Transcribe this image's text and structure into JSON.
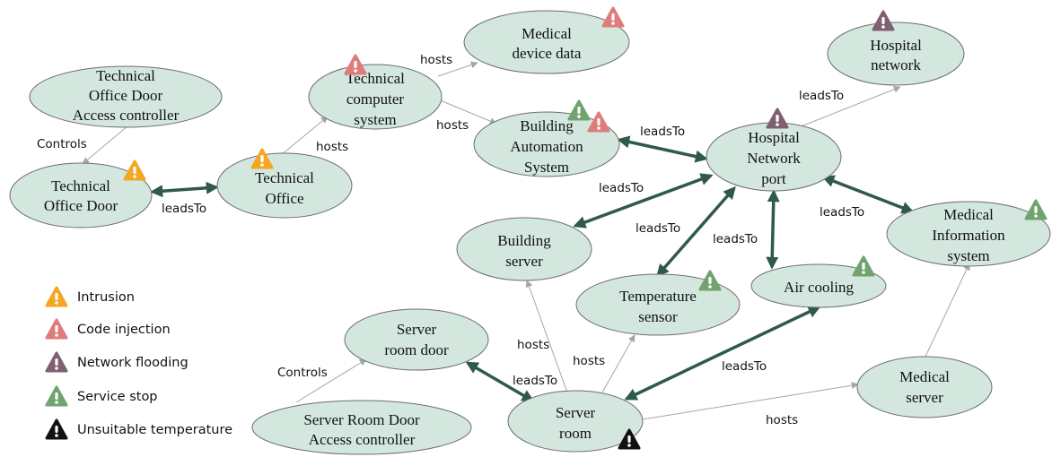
{
  "colors": {
    "node_fill": "#d3e7df",
    "node_stroke": "#6d6d6d",
    "thin_edge": "#a6a6a6",
    "thick_edge": "#2f5a47",
    "intrusion": "#f5a623",
    "code_injection": "#e07b7b",
    "network_flooding": "#7f6072",
    "service_stop": "#70a36e",
    "unsuitable_temperature": "#111111"
  },
  "nodes": {
    "tech_door_ctrl": [
      "Technical",
      "Office Door",
      "Access controller"
    ],
    "tech_door": [
      "Technical",
      "Office Door"
    ],
    "tech_office": [
      "Technical",
      "Office"
    ],
    "tech_computer": [
      "Technical",
      "computer",
      "system"
    ],
    "medical_data": [
      "Medical",
      "device data"
    ],
    "bas": [
      "Building",
      "Automation",
      "System"
    ],
    "hosp_port": [
      "Hospital",
      "Network",
      "port"
    ],
    "hosp_net": [
      "Hospital",
      "network"
    ],
    "med_info": [
      "Medical",
      "Information",
      "system"
    ],
    "bldg_server": [
      "Building",
      "server"
    ],
    "temp_sensor": [
      "Temperature",
      "sensor"
    ],
    "air_cooling": [
      "Air cooling"
    ],
    "srv_door": [
      "Server",
      "room door"
    ],
    "srv_door_ctrl": [
      "Server Room Door",
      "Access controller"
    ],
    "srv_room": [
      "Server",
      "room"
    ],
    "med_server": [
      "Medical",
      "server"
    ]
  },
  "edge_labels": {
    "controls_tech": "Controls",
    "leadsto_door_office": "leadsTo",
    "hosts_office_computer": "hosts",
    "hosts_computer_medical": "hosts",
    "hosts_computer_bas": "hosts",
    "leadsto_bas_port": "leadsTo",
    "leadsto_port_net": "leadsTo",
    "leadsto_port_bldg": "leadsTo",
    "leadsto_port_temp": "leadsTo",
    "leadsto_port_air": "leadsTo",
    "leadsto_port_med": "leadsTo",
    "hosts_srv_bldg": "hosts",
    "hosts_srv_temp": "hosts",
    "controls_srv": "Controls",
    "leadsto_door_srv": "leadsTo",
    "leadsto_srv_air": "leadsTo",
    "hosts_srv_med": "hosts"
  },
  "legend": {
    "intrusion": "Intrusion",
    "code_injection": "Code injection",
    "network_flooding": "Network flooding",
    "service_stop": "Service stop",
    "unsuitable_temperature": "Unsuitable temperature"
  },
  "warnings": {
    "tech_door": [
      "intrusion"
    ],
    "tech_office": [
      "intrusion"
    ],
    "tech_computer": [
      "code_injection"
    ],
    "medical_data": [
      "code_injection"
    ],
    "bas": [
      "service_stop",
      "code_injection"
    ],
    "hosp_port": [
      "network_flooding"
    ],
    "hosp_net": [
      "network_flooding"
    ],
    "med_info": [
      "service_stop"
    ],
    "temp_sensor": [
      "service_stop"
    ],
    "air_cooling": [
      "service_stop"
    ],
    "srv_room": [
      "unsuitable_temperature"
    ]
  }
}
